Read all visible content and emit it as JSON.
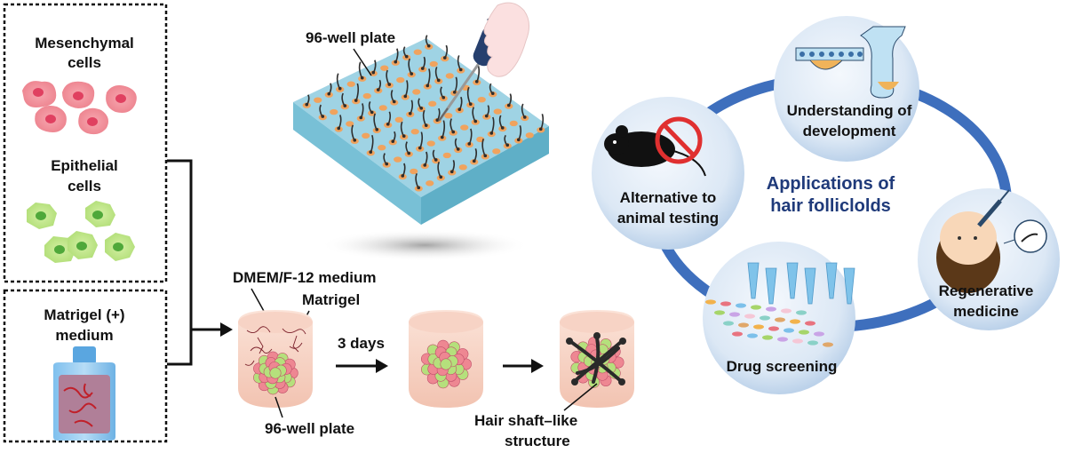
{
  "left_panel": {
    "mesenchymal_line1": "Mesenchymal",
    "mesenchymal_line2": "cells",
    "epithelial_line1": "Epithelial",
    "epithelial_line2": "cells",
    "matrigel_line1": "Matrigel (+)",
    "matrigel_line2": "medium"
  },
  "plate": {
    "label": "96-well plate"
  },
  "culture": {
    "medium_label": "DMEM/F-12 medium",
    "matrigel_label": "Matrigel",
    "duration_label": "3 days",
    "well_label": "96-well plate",
    "hair_label_line1": "Hair shaft–like",
    "hair_label_line2": "structure"
  },
  "applications": {
    "title_line1": "Applications of",
    "title_line2": "hair folliclolds",
    "development_line1": "Understanding of",
    "development_line2": "development",
    "animal_line1": "Alternative to",
    "animal_line2": "animal testing",
    "regen_line1": "Regenerative",
    "regen_line2": "medicine",
    "drug_label": "Drug screening"
  },
  "colors": {
    "mesenchymal_cell": "#e8737f",
    "epithelial_cell": "#a6d56a",
    "ring": "#3e6fbd",
    "title_navy": "#1f3a7a",
    "plate_top": "#9fd3e4",
    "well_orange": "#f0a35e"
  }
}
